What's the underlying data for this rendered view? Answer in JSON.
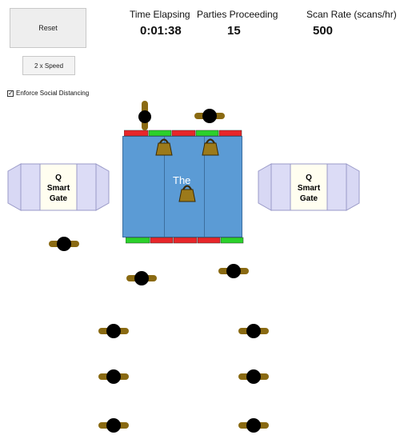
{
  "controls": {
    "reset_label": "Reset",
    "speed_label": "2 x Speed",
    "social_distancing_label": "Enforce Social Distancing",
    "social_distancing_checked": true
  },
  "stats": {
    "time_label": "Time Elapsing",
    "time_value": "0:01:38",
    "parties_label": "Parties Proceeding",
    "parties_value": "15",
    "scan_rate_label": "Scan Rate (scans/hr)",
    "scan_rate_value": "500"
  },
  "scene": {
    "counter_label": "The",
    "gate_left": {
      "line1": "Q",
      "line2": "Smart",
      "line3": "Gate"
    },
    "gate_right": {
      "line1": "Q",
      "line2": "Smart",
      "line3": "Gate"
    },
    "colors": {
      "counter": "#5b9bd5",
      "barrier_red": "#e8262a",
      "barrier_green": "#2bd12b",
      "person_body": "#8a6a12",
      "person_head": "#000000",
      "gate_panel": "#dcdcf6",
      "gate_screen": "#fffef0"
    }
  }
}
